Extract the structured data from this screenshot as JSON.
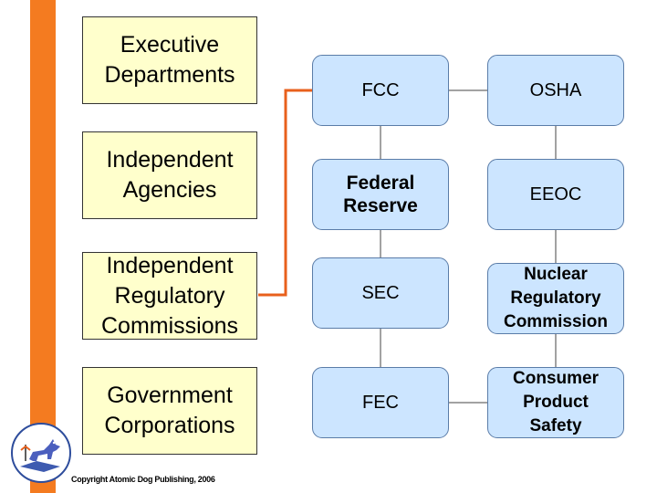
{
  "categories": [
    {
      "label": "Executive\nDepartments"
    },
    {
      "label": "Independent\nAgencies"
    },
    {
      "label": "Independent\nRegulatory\nCommissions"
    },
    {
      "label": "Government\nCorporations"
    }
  ],
  "agencies": {
    "fcc": "FCC",
    "osha": "OSHA",
    "federal_reserve": "Federal\nReserve",
    "eeoc": "EEOC",
    "sec": "SEC",
    "nrc": "Nuclear\nRegulatory\nCommission",
    "fec": "FEC",
    "cps": "Consumer\nProduct\nSafety"
  },
  "copyright": "Copyright Atomic Dog Publishing, 2006",
  "colors": {
    "accent_bar": "#F47B20",
    "category_fill": "#FFFFCC",
    "agency_fill": "#CCE5FF",
    "highlight_connector": "#E8601C"
  }
}
